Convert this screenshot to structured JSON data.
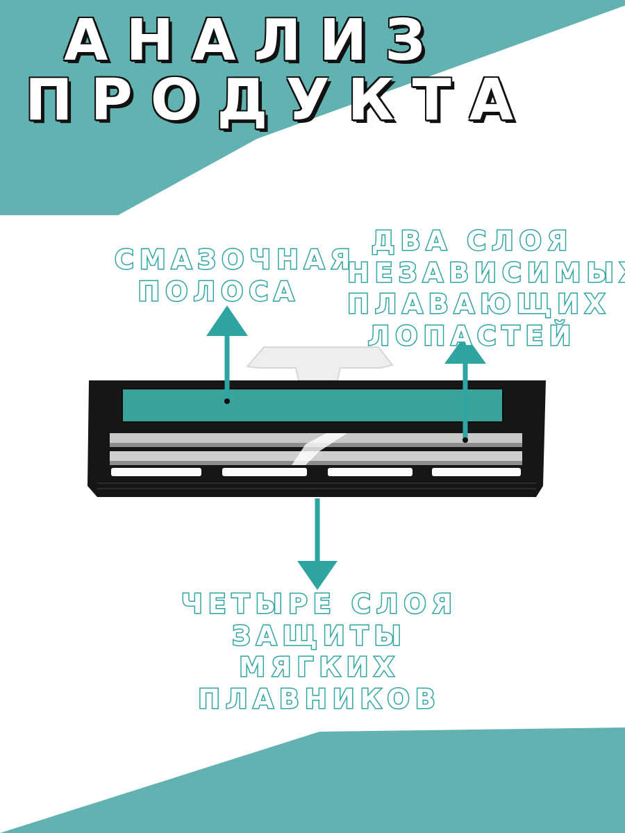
{
  "header": {
    "title_line1": "АНАЛИЗ",
    "title_line2": "ПРОДУКТА"
  },
  "callouts": {
    "lube_strip": [
      "СМАЗОЧНАЯ",
      "ПОЛОСА"
    ],
    "blades": [
      "ДВА СЛОЯ",
      "НЕЗАВИСИМЫХ",
      "ПЛАВАЮЩИХ",
      "ЛОПАСТЕЙ"
    ],
    "fins": [
      "ЧЕТЫРЕ СЛОЯ",
      "ЗАЩИТЫ МЯГКИХ",
      "ПЛАВНИКОВ"
    ]
  },
  "colors": {
    "accent": "#62b2b2",
    "label_stroke": "#2fa5a1",
    "cartridge_body": "#1a1a1a",
    "lube_strip": "#3aa39a"
  },
  "icons": [
    "arrow-up-icon",
    "arrow-up-icon",
    "arrow-down-icon"
  ]
}
